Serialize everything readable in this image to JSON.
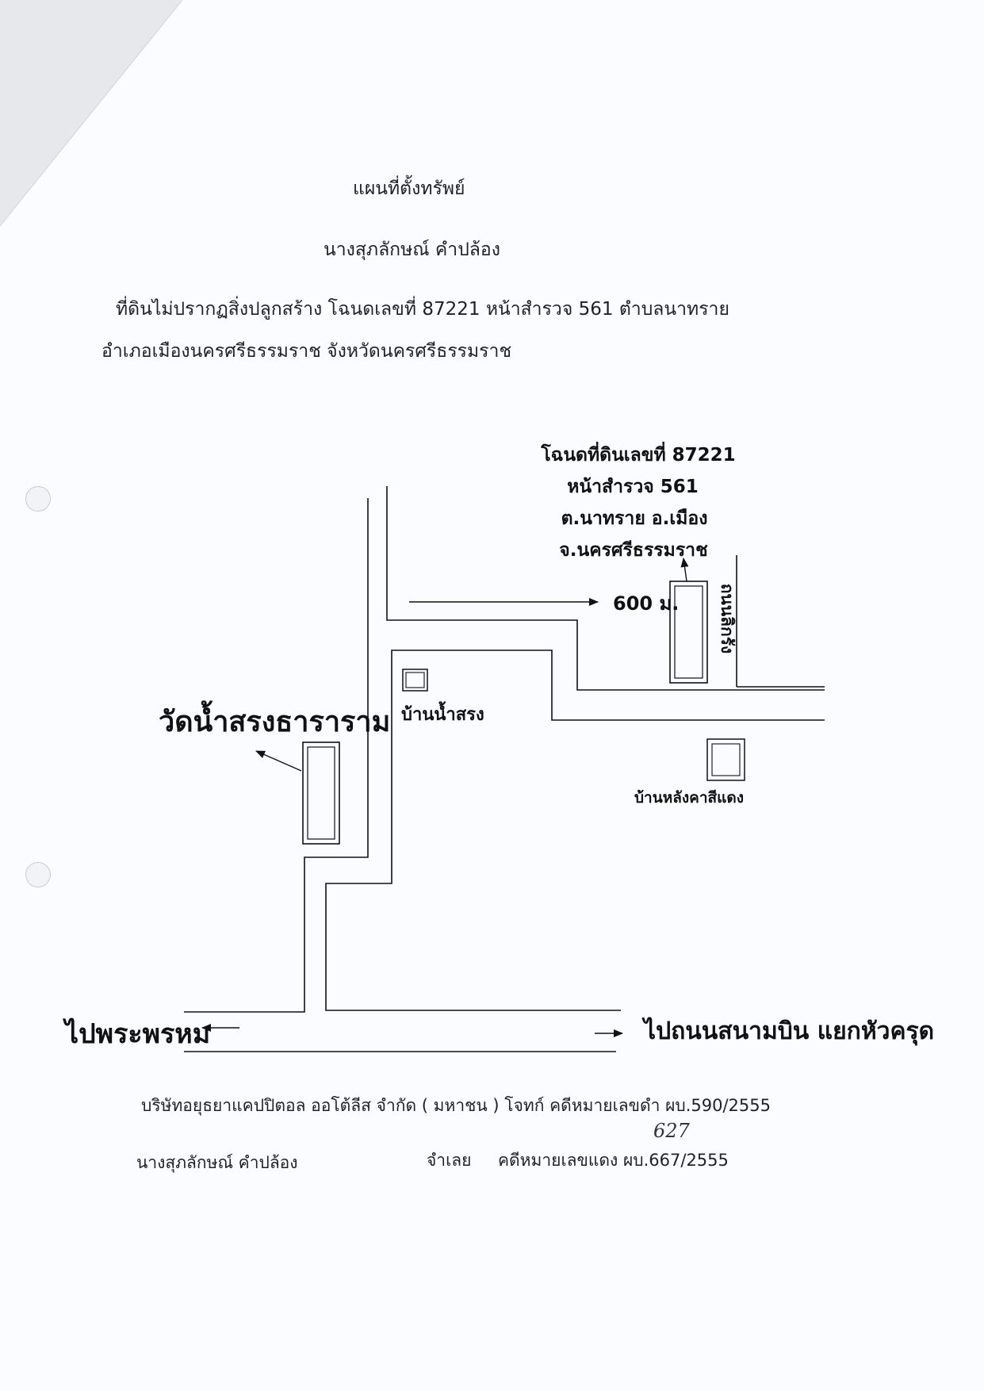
{
  "header": {
    "title": "แผนที่ตั้งทรัพย์",
    "owner": "นางสุภลักษณ์  คำปล้อง",
    "location_line1": "ที่ดินไม่ปรากฏสิ่งปลูกสร้าง โฉนดเลขที่ 87221  หน้าสำรวจ 561   ตำบลนาทราย",
    "location_line2": "อำเภอเมืองนครศรีธรรมราช  จังหวัดนครศรีธรรมราช"
  },
  "map": {
    "deed_label": [
      "โฉนดที่ดินเลขที่ 87221",
      "หน้าสำรวจ 561",
      "ต.นาทราย  อ.เมือง",
      "จ.นครศรีธรรมราช"
    ],
    "distance": "600 ม.",
    "road_name": "ถนนลิกรัง",
    "temple": "วัดน้ำสรงธาราราม",
    "village": "บ้านน้ำสรง",
    "red_roof_house": "บ้านหลังคาสีแดง",
    "left_direction": "ไปพระพรหม",
    "right_direction": "ไปถนนสนามบิน แยกหัวครุด"
  },
  "footer": {
    "plaintiff_line": "บริษัทอยุธยาแคปปิตอล  ออโต้ลีส จำกัด ( มหาชน )  โจทก์   คดีหมายเลขดำ  ผบ.590/2555",
    "defendant_name": "นางสุภลักษณ์  คำปล้อง",
    "defendant_role": "จำเลย",
    "red_case": "คดีหมายเลขแดง  ผบ.667/2555",
    "handwritten_correction": "627"
  }
}
